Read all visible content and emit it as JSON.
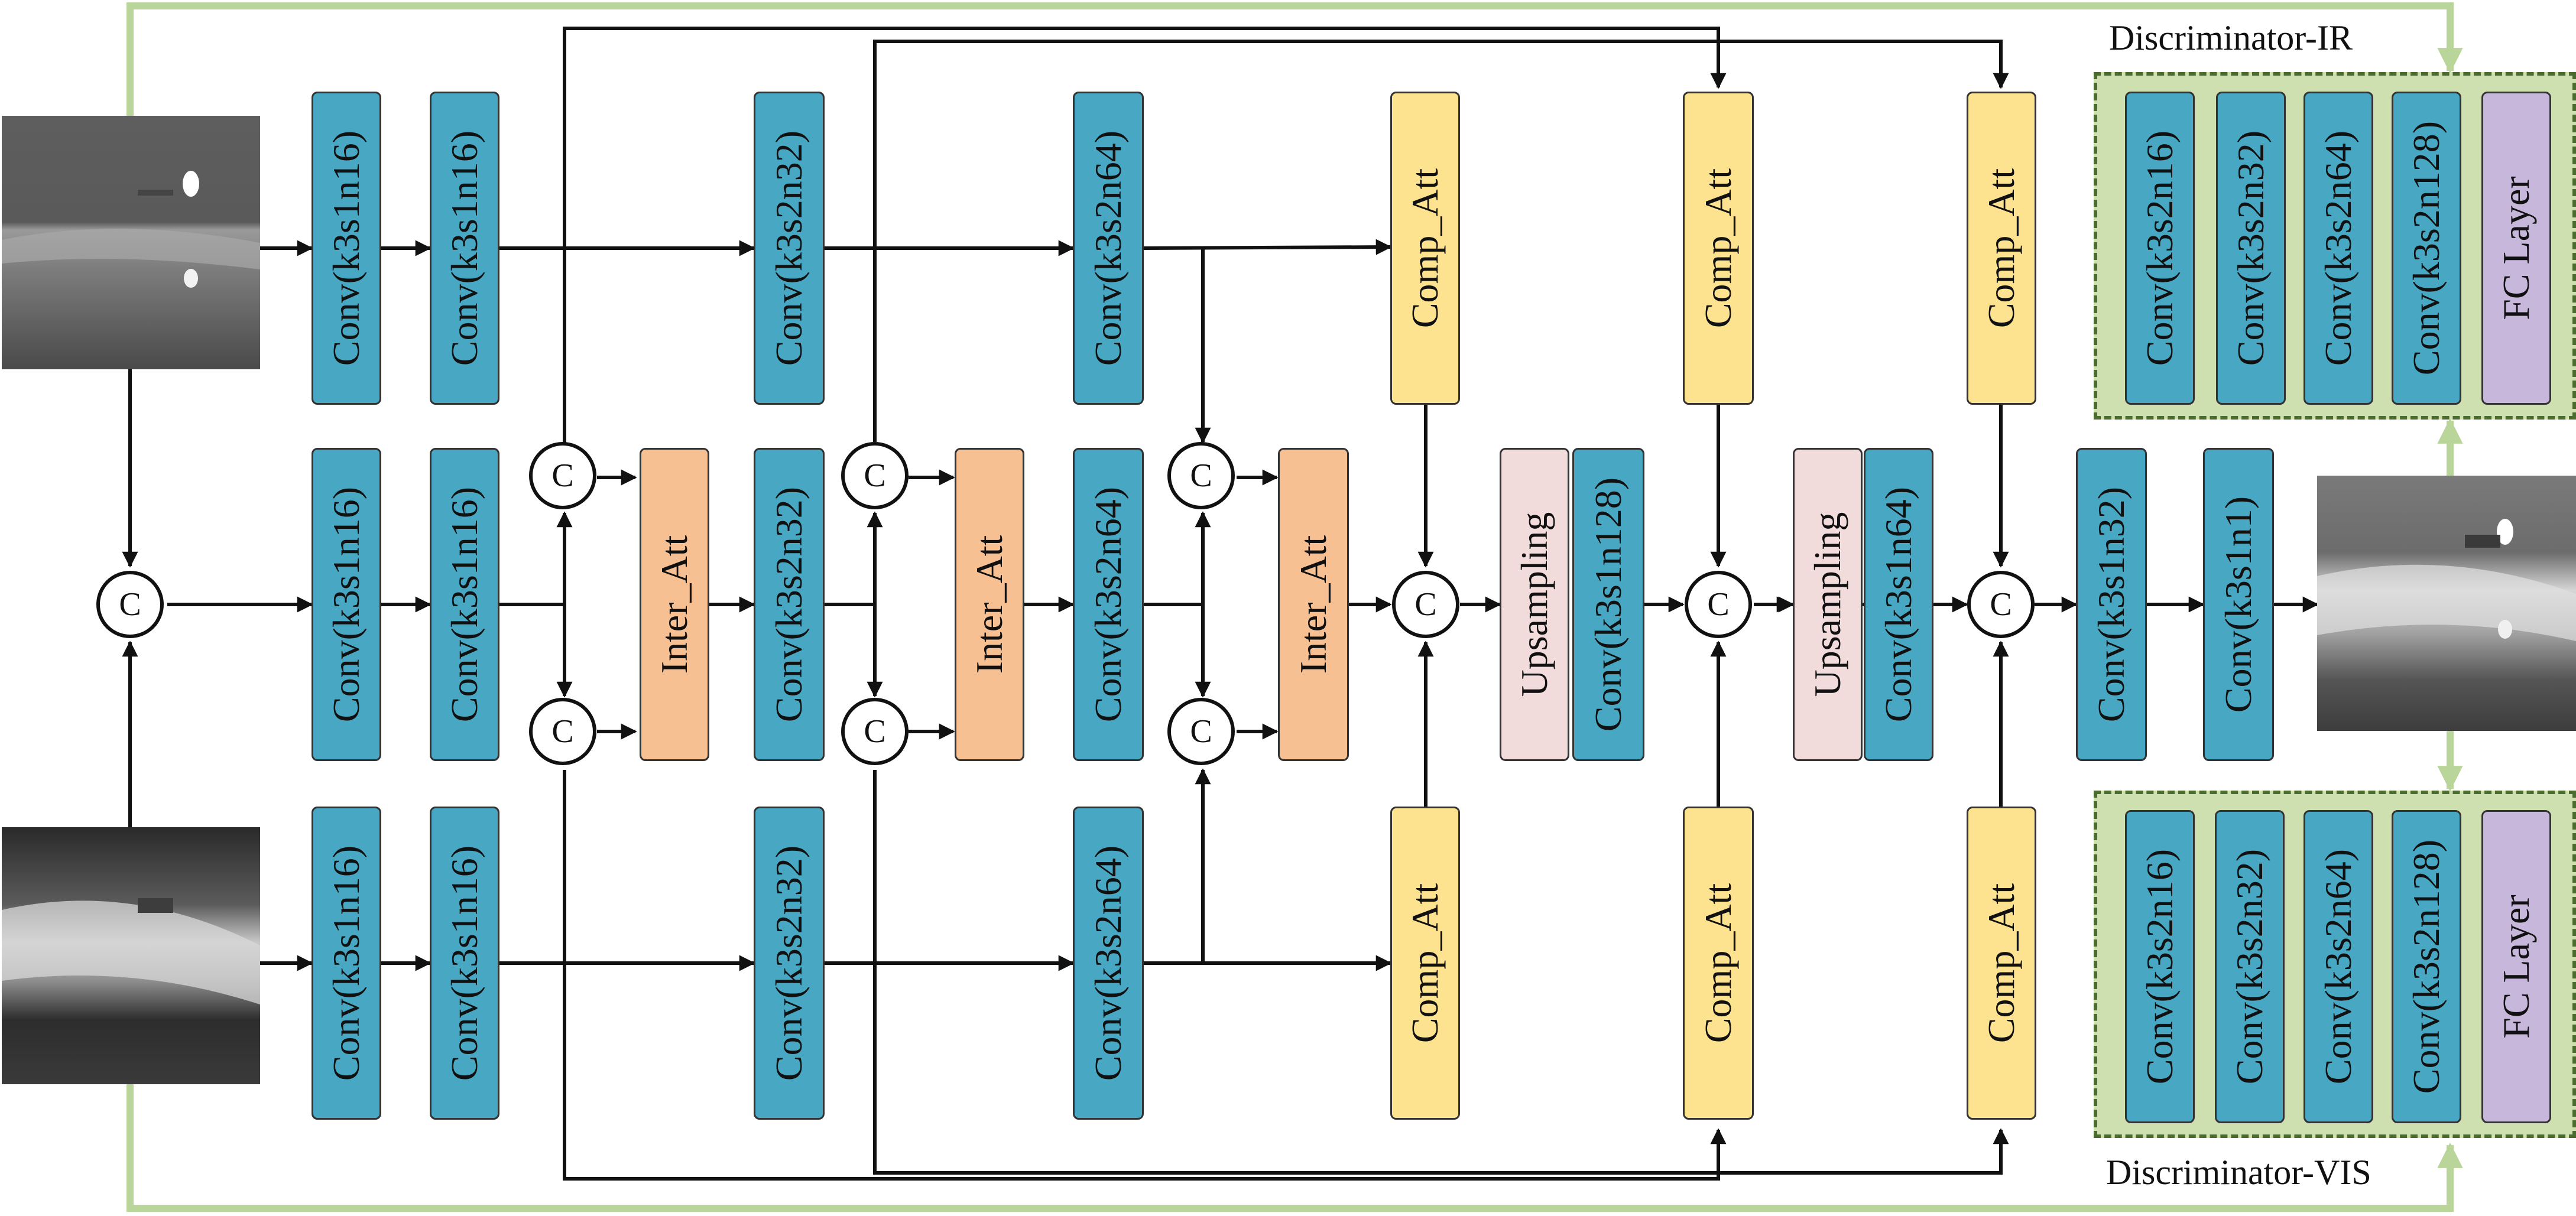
{
  "colors": {
    "conv": "#48a8c3",
    "comp_att": "#fde38f",
    "inter_att": "#f7c092",
    "upsampling": "#f2dcdb",
    "fc_layer": "#c6b7db",
    "discriminator_bg": "#cfe0b0",
    "feedback_line": "#b9d59a"
  },
  "concat_label": "C",
  "ir_branch": [
    "Conv(k3s1n16)",
    "Conv(k3s1n16)",
    "Conv(k3s2n32)",
    "Conv(k3s2n64)"
  ],
  "fused_branch": [
    "Conv(k3s1n16)",
    "Conv(k3s1n16)",
    "Conv(k3s2n32)",
    "Conv(k3s2n64)"
  ],
  "vis_branch": [
    "Conv(k3s1n16)",
    "Conv(k3s1n16)",
    "Conv(k3s2n32)",
    "Conv(k3s2n64)"
  ],
  "inter_att_label": "Inter_Att",
  "comp_att_label": "Comp_Att",
  "decoder": {
    "upsampling_label": "Upsampling",
    "conv_1": "Conv(k3s1n128)",
    "conv_2": "Conv(k3s1n64)",
    "conv_3": "Conv(k3s1n32)",
    "conv_4": "Conv(k3s1n1)"
  },
  "discriminator_ir": {
    "title": "Discriminator-IR",
    "blocks": [
      "Conv(k3s2n16)",
      "Conv(k3s2n32)",
      "Conv(k3s2n64)",
      "Conv(k3s2n128)"
    ],
    "fc": "FC Layer"
  },
  "discriminator_vis": {
    "title": "Discriminator-VIS",
    "blocks": [
      "Conv(k3s2n16)",
      "Conv(k3s2n32)",
      "Conv(k3s2n64)",
      "Conv(k3s2n128)"
    ],
    "fc": "FC Layer"
  },
  "images": {
    "ir": "infrared-input-image",
    "vis": "visible-input-image",
    "fused": "fused-output-image"
  }
}
